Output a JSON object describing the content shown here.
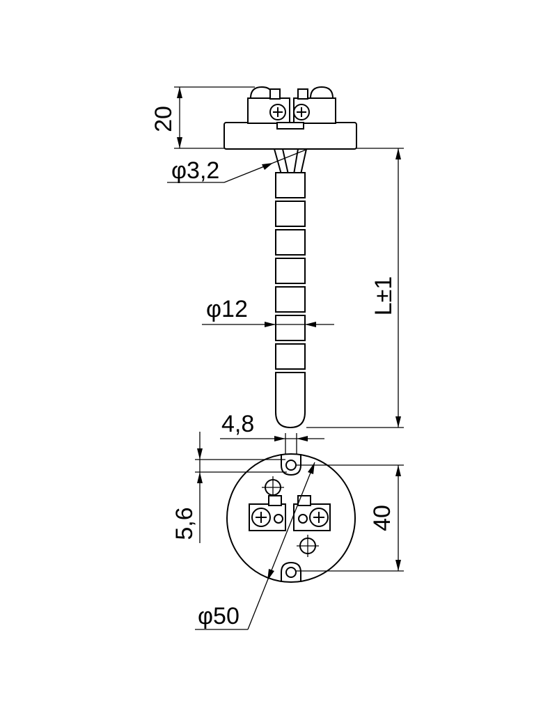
{
  "dimensions": {
    "height_head": "20",
    "wire_diameter": "φ3,2",
    "sheath_diameter": "φ12",
    "length": "L±1",
    "slot_width": "4,8",
    "slot_offset": "5,6",
    "hole_spacing": "40",
    "flange_diameter": "φ50"
  },
  "colors": {
    "line": "#000000",
    "background": "#ffffff"
  }
}
